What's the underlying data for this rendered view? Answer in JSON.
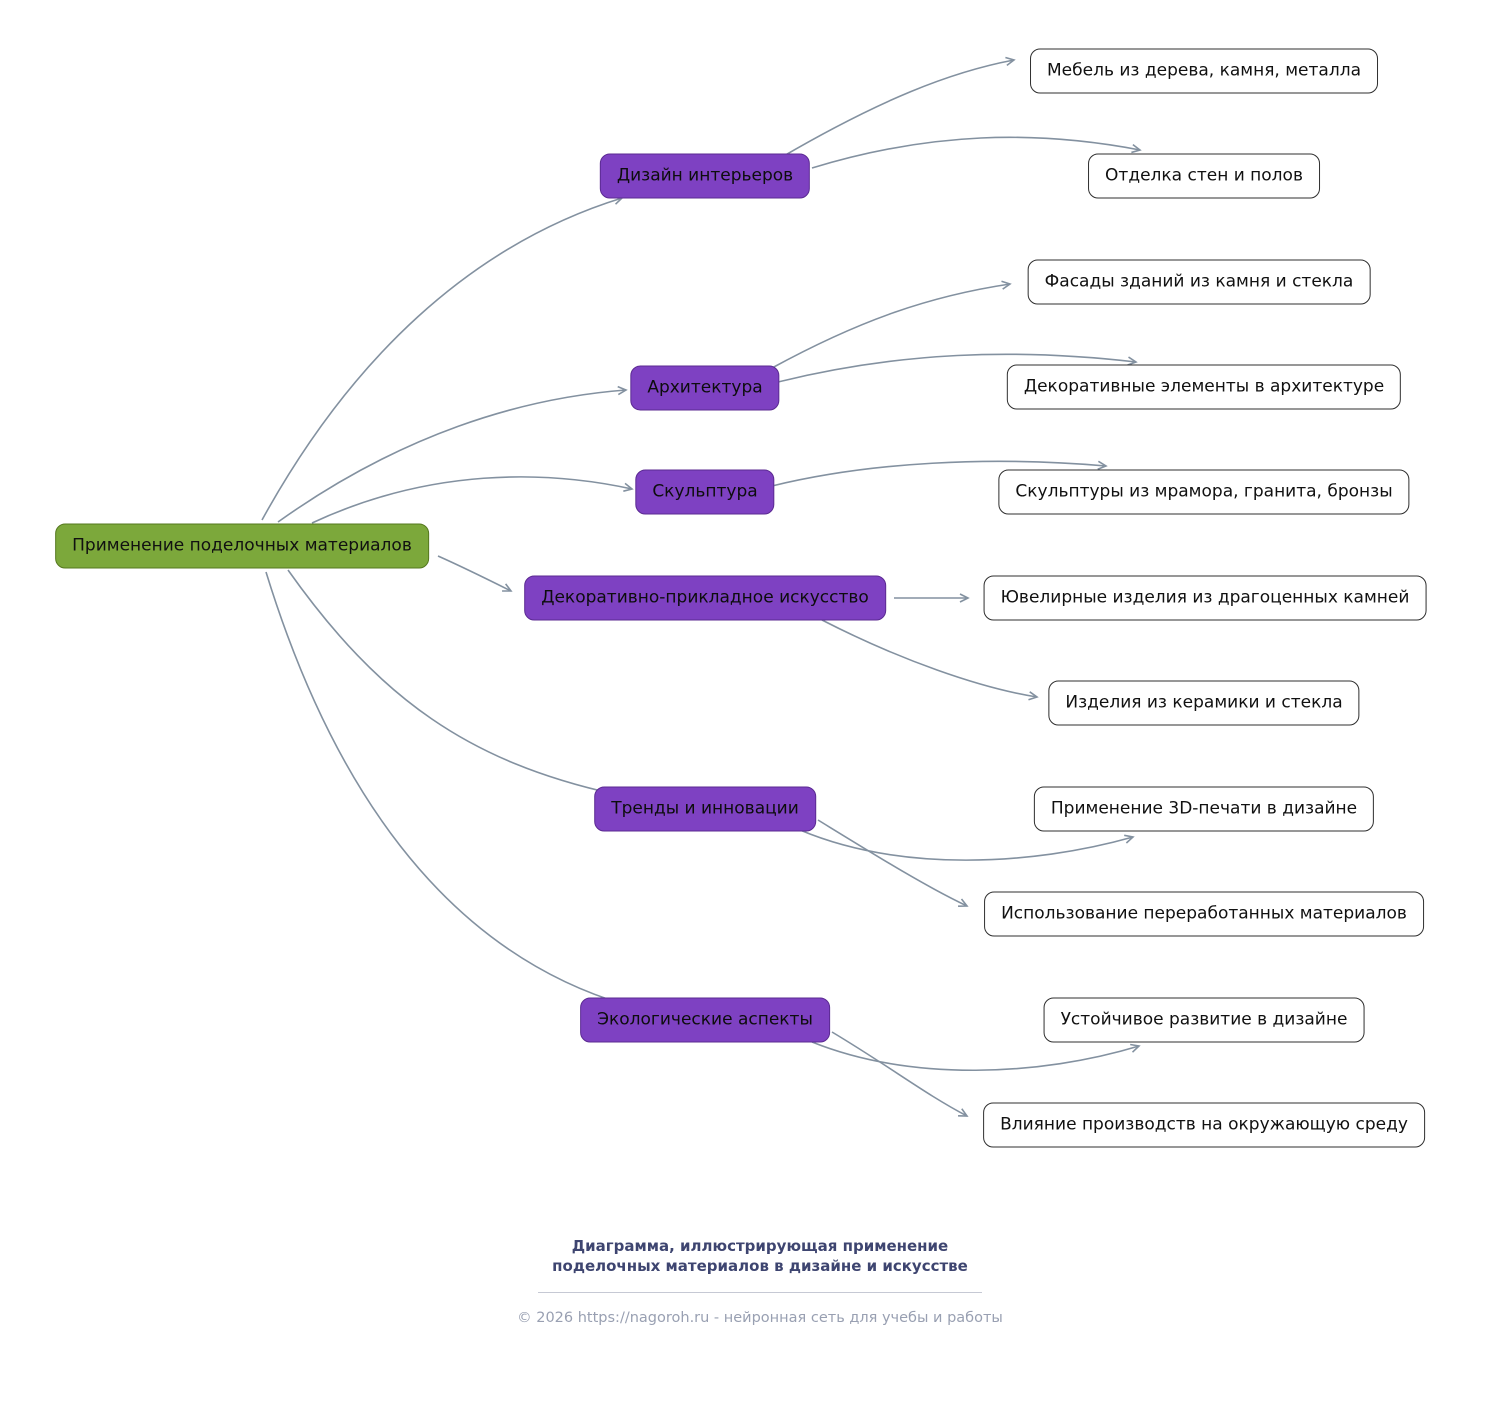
{
  "tree": {
    "root": "Применение поделочных материалов",
    "branches": [
      {
        "label": "Дизайн интерьеров",
        "children": [
          "Мебель из дерева, камня, металла",
          "Отделка стен и полов"
        ]
      },
      {
        "label": "Архитектура",
        "children": [
          "Фасады зданий из камня и стекла",
          "Декоративные элементы в архитектуре"
        ]
      },
      {
        "label": "Скульптура",
        "children": [
          "Скульптуры из мрамора, гранита, бронзы"
        ]
      },
      {
        "label": "Декоративно-прикладное искусство",
        "children": [
          "Ювелирные изделия из драгоценных камней",
          "Изделия из керамики и стекла"
        ]
      },
      {
        "label": "Тренды и инновации",
        "children": [
          "Применение 3D-печати в дизайне",
          "Использование переработанных материалов"
        ]
      },
      {
        "label": "Экологические аспекты",
        "children": [
          "Устойчивое развитие в дизайне",
          "Влияние производств на окружающую среду"
        ]
      }
    ]
  },
  "footer": {
    "caption_line1": "Диаграмма, иллюстрирующая применение",
    "caption_line2": "поделочных материалов в дизайне и искусстве",
    "copyright": "© 2026 https://nagoroh.ru - нейронная сеть для учебы и работы"
  },
  "colors": {
    "root_fill": "#7ca83b",
    "branch_fill": "#7e41c2",
    "leaf_fill": "#ffffff",
    "edge": "#8391a0",
    "caption_text": "#3e4570",
    "copyright_text": "#99a0b2"
  }
}
